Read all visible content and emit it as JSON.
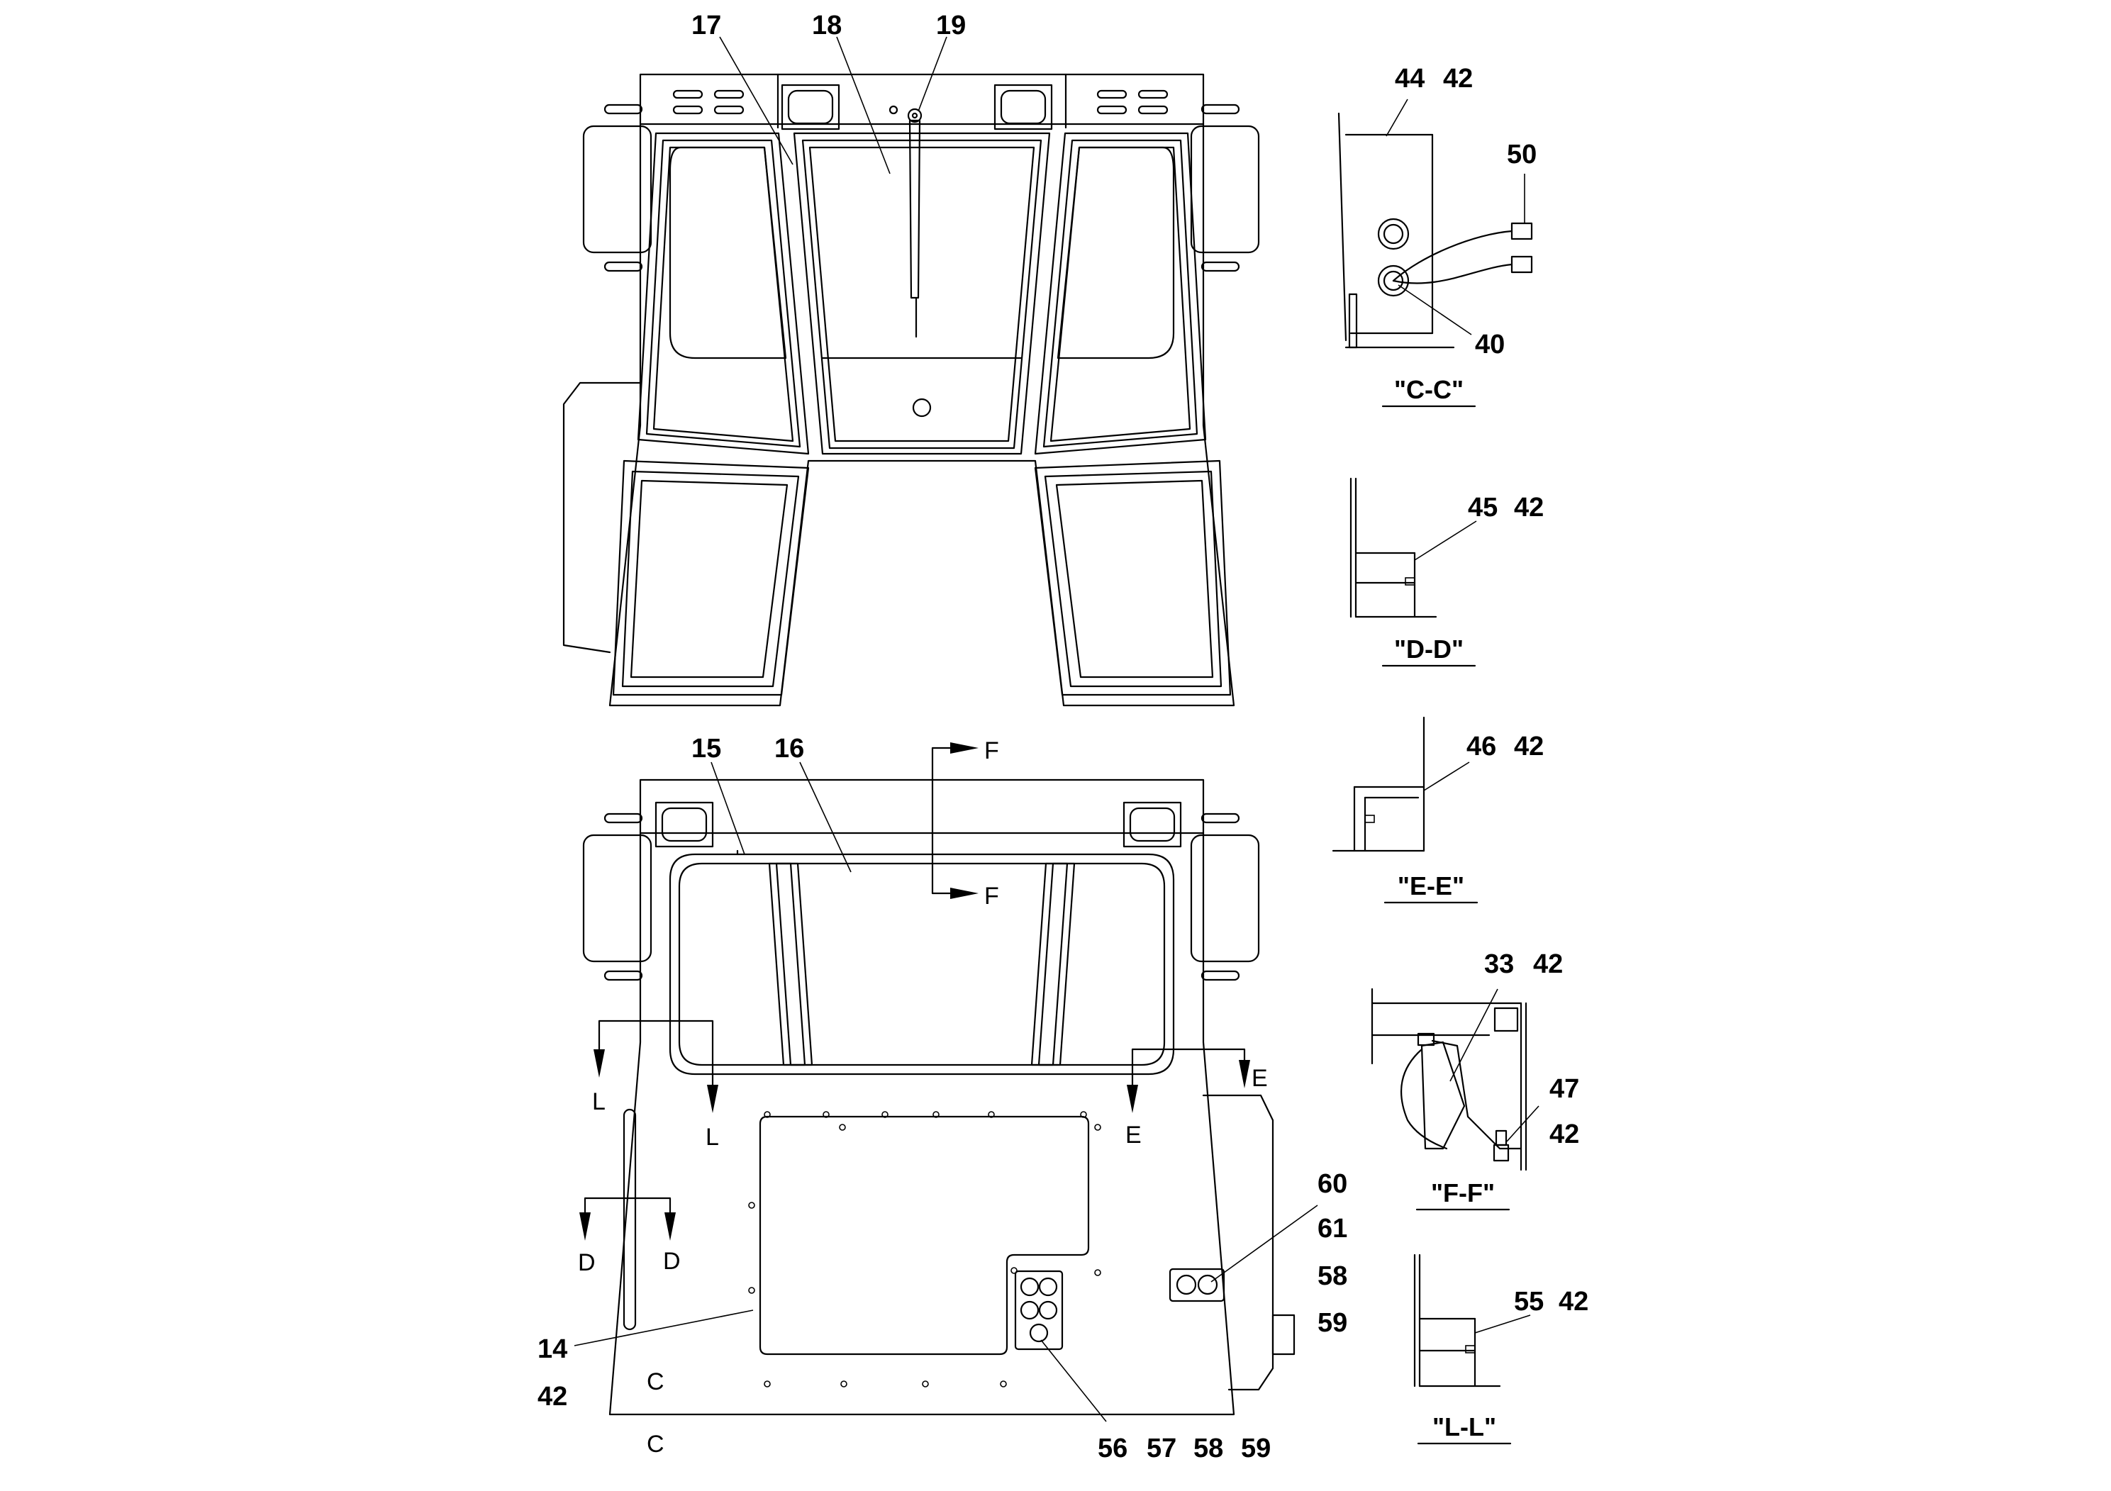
{
  "callouts": {
    "c17": "17",
    "c18": "18",
    "c19": "19",
    "c15": "15",
    "c16": "16",
    "c14": "14",
    "c42a": "42",
    "c56": "56",
    "c57": "57",
    "c58a": "58",
    "c59a": "59",
    "c60": "60",
    "c61": "61",
    "c58b": "58",
    "c59b": "59",
    "c44": "44",
    "c42b": "42",
    "c50": "50",
    "c40": "40",
    "c45": "45",
    "c42c": "42",
    "c46": "46",
    "c42d": "42",
    "c33": "33",
    "c42e": "42",
    "c47": "47",
    "c42f": "42",
    "c55": "55",
    "c42g": "42"
  },
  "section_markers": {
    "f1": "F",
    "f2": "F",
    "l1": "L",
    "l2": "L",
    "d1": "D",
    "d2": "D",
    "e1": "E",
    "e2": "E",
    "c1": "C",
    "c2": "C"
  },
  "section_titles": {
    "cc": "\"C-C\"",
    "dd": "\"D-D\"",
    "ee": "\"E-E\"",
    "ff": "\"F-F\"",
    "ll": "\"L-L\""
  }
}
